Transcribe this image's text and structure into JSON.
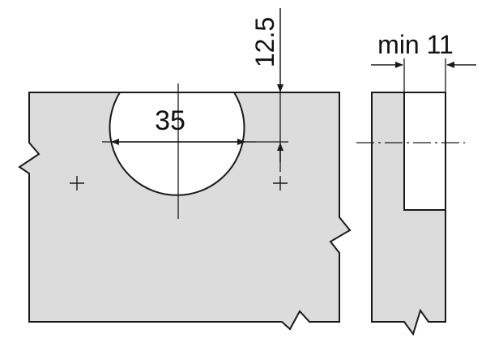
{
  "colors": {
    "panel_fill": "#dcdcdc",
    "line": "#1a1a1a",
    "background": "#ffffff"
  },
  "labels": {
    "bore_diameter": "35",
    "edge_offset": "12.5",
    "min_thickness": "min 11"
  }
}
